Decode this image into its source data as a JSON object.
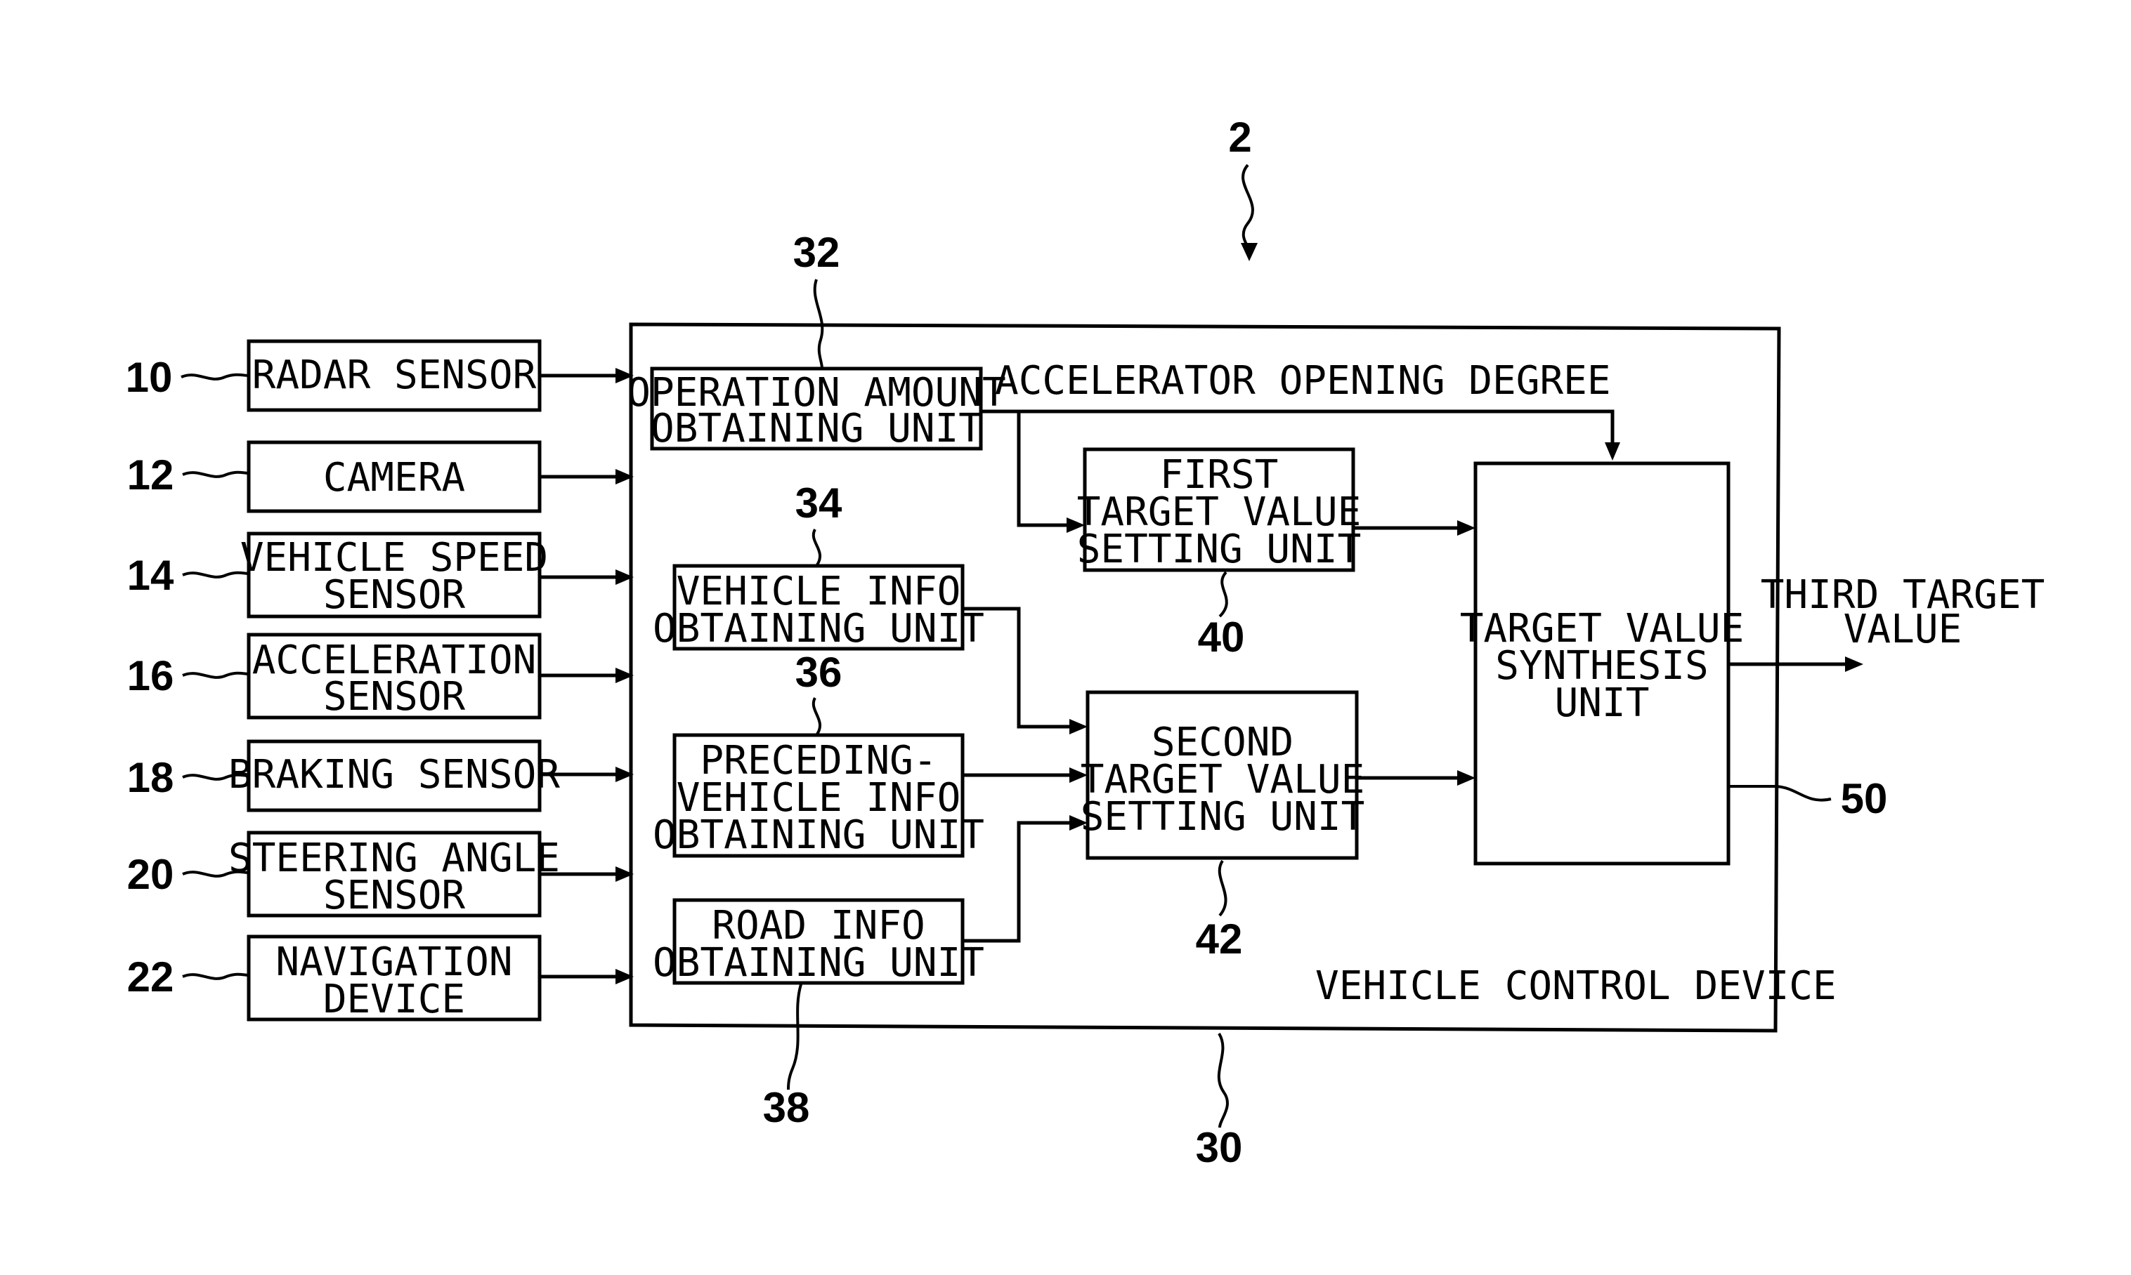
{
  "figure_ref": "2",
  "inputs": [
    {
      "ref": "10",
      "lines": [
        "RADAR SENSOR"
      ]
    },
    {
      "ref": "12",
      "lines": [
        "CAMERA"
      ]
    },
    {
      "ref": "14",
      "lines": [
        "VEHICLE SPEED",
        "SENSOR"
      ]
    },
    {
      "ref": "16",
      "lines": [
        "ACCELERATION",
        "SENSOR"
      ]
    },
    {
      "ref": "18",
      "lines": [
        "BRAKING SENSOR"
      ]
    },
    {
      "ref": "20",
      "lines": [
        "STEERING ANGLE",
        "SENSOR"
      ]
    },
    {
      "ref": "22",
      "lines": [
        "NAVIGATION",
        "DEVICE"
      ]
    }
  ],
  "device": {
    "ref": "30",
    "label": "VEHICLE CONTROL DEVICE"
  },
  "units": {
    "operation": {
      "ref": "32",
      "lines": [
        "OPERATION AMOUNT",
        "OBTAINING UNIT"
      ]
    },
    "vehicle_info": {
      "ref": "34",
      "lines": [
        "VEHICLE INFO",
        "OBTAINING UNIT"
      ]
    },
    "preceding": {
      "ref": "36",
      "lines": [
        "PRECEDING-",
        "VEHICLE INFO",
        "OBTAINING UNIT"
      ]
    },
    "road": {
      "ref": "38",
      "lines": [
        "ROAD INFO",
        "OBTAINING UNIT"
      ]
    },
    "first_target": {
      "ref": "40",
      "lines": [
        "FIRST",
        "TARGET VALUE",
        "SETTING UNIT"
      ]
    },
    "second_target": {
      "ref": "42",
      "lines": [
        "SECOND",
        "TARGET VALUE",
        "SETTING UNIT"
      ]
    },
    "synthesis": {
      "ref": "50",
      "lines": [
        "TARGET VALUE",
        "SYNTHESIS",
        "UNIT"
      ]
    }
  },
  "signals": {
    "accelerator": "ACCELERATOR OPENING DEGREE",
    "output": [
      "THIRD TARGET",
      "VALUE"
    ]
  }
}
